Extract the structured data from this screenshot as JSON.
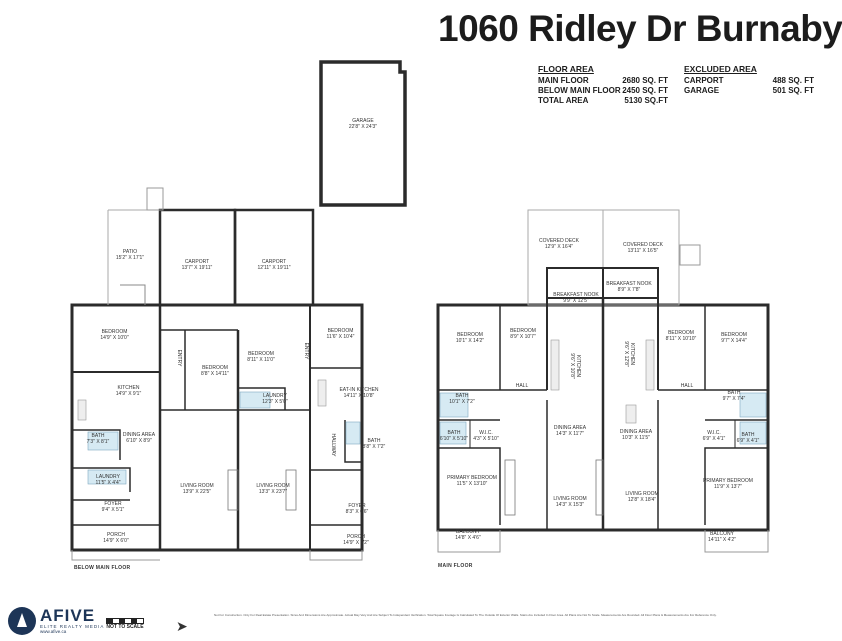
{
  "title": "1060 Ridley Dr Burnaby",
  "floor_area": {
    "heading": "FLOOR AREA",
    "rows": [
      {
        "name": "MAIN FLOOR",
        "value": "2680 SQ. FT"
      },
      {
        "name": "BELOW MAIN FLOOR",
        "value": "2450 SQ. FT"
      },
      {
        "name": "TOTAL AREA",
        "value": "5130 SQ.FT"
      }
    ]
  },
  "excluded_area": {
    "heading": "EXCLUDED AREA",
    "rows": [
      {
        "name": "CARPORT",
        "value": "488 SQ. FT"
      },
      {
        "name": "GARAGE",
        "value": "501 SQ. FT"
      }
    ]
  },
  "garage": {
    "name": "GARAGE",
    "dim": "22'8\" X 24'3\""
  },
  "below_main": {
    "caption": "BELOW MAIN FLOOR",
    "rooms": [
      {
        "name": "PATIO",
        "dim": "15'2\" X 17'1\""
      },
      {
        "name": "CARPORT",
        "dim": "13'7\" X 19'11\""
      },
      {
        "name": "CARPORT",
        "dim": "12'11\" X 19'11\""
      },
      {
        "name": "BEDROOM",
        "dim": "14'9\" X 10'0\""
      },
      {
        "name": "BEDROOM",
        "dim": "11'6\" X 10'4\""
      },
      {
        "name": "BEDROOM",
        "dim": "8'8\" X 14'11\""
      },
      {
        "name": "BEDROOM",
        "dim": "8'11\" X 11'0\""
      },
      {
        "name": "KITCHEN",
        "dim": "14'9\" X 9'1\""
      },
      {
        "name": "EAT-IN KITCHEN",
        "dim": "14'11\" X 10'8\""
      },
      {
        "name": "LAUNDRY",
        "dim": "12'3\" X 5'0\""
      },
      {
        "name": "BATH",
        "dim": "7'3\" X 8'1\""
      },
      {
        "name": "BATH",
        "dim": "8'8\" X 7'2\""
      },
      {
        "name": "DINING AREA",
        "dim": "6'10\" X 8'9\""
      },
      {
        "name": "LAUNDRY",
        "dim": "11'5\" X 4'4\""
      },
      {
        "name": "LIVING ROOM",
        "dim": "13'9\" X 22'5\""
      },
      {
        "name": "LIVING ROOM",
        "dim": "13'3\" X 23'7\""
      },
      {
        "name": "FOYER",
        "dim": "9'4\" X 5'1\""
      },
      {
        "name": "FOYER",
        "dim": "8'3\" X 6'6\""
      },
      {
        "name": "PORCH",
        "dim": "14'9\" X 6'0\""
      },
      {
        "name": "PORCH",
        "dim": "14'9\" X 6'2\""
      },
      {
        "name": "ENTRY",
        "dim": ""
      },
      {
        "name": "ENTRY",
        "dim": ""
      },
      {
        "name": "HALLWAY",
        "dim": ""
      }
    ]
  },
  "main": {
    "caption": "MAIN FLOOR",
    "rooms": [
      {
        "name": "COVERED DECK",
        "dim": "12'9\" X 16'4\""
      },
      {
        "name": "COVERED DECK",
        "dim": "13'11\" X 16'5\""
      },
      {
        "name": "BREAKFAST NOOK",
        "dim": "9'9\" X 12'5\""
      },
      {
        "name": "BREAKFAST NOOK",
        "dim": "8'9\" X 7'8\""
      },
      {
        "name": "BEDROOM",
        "dim": "10'1\" X 14'2\""
      },
      {
        "name": "BEDROOM",
        "dim": "8'9\" X 10'7\""
      },
      {
        "name": "BEDROOM",
        "dim": "8'11\" X 10'10\""
      },
      {
        "name": "BEDROOM",
        "dim": "9'7\" X 14'4\""
      },
      {
        "name": "KITCHEN",
        "dim": "9'6\" X 10'8\""
      },
      {
        "name": "KITCHEN",
        "dim": "9'6\" X 12'8\""
      },
      {
        "name": "HALL",
        "dim": ""
      },
      {
        "name": "HALL",
        "dim": ""
      },
      {
        "name": "BATH",
        "dim": "10'1\" X 7'2\""
      },
      {
        "name": "BATH",
        "dim": "9'7\" X 7'4\""
      },
      {
        "name": "BATH",
        "dim": "6'10\" X 5'10\""
      },
      {
        "name": "W.I.C.",
        "dim": "4'3\" X 5'10\""
      },
      {
        "name": "W.I.C.",
        "dim": "6'9\" X 4'1\""
      },
      {
        "name": "BATH",
        "dim": "6'9\" X 4'1\""
      },
      {
        "name": "DINING AREA",
        "dim": "14'3\" X 11'7\""
      },
      {
        "name": "DINING AREA",
        "dim": "10'3\" X 11'5\""
      },
      {
        "name": "PRIMARY BEDROOM",
        "dim": "11'5\" X 13'10\""
      },
      {
        "name": "PRIMARY BEDROOM",
        "dim": "11'9\" X 13'7\""
      },
      {
        "name": "LIVING ROOM",
        "dim": "14'3\" X 15'3\""
      },
      {
        "name": "LIVING ROOM",
        "dim": "12'8\" X 18'4\""
      },
      {
        "name": "BALCONY",
        "dim": "14'8\" X 4'6\""
      },
      {
        "name": "BALCONY",
        "dim": "14'11\" X 4'2\""
      }
    ]
  },
  "brand": {
    "name": "AFIVE",
    "sub": "ELITE REALTY MEDIA",
    "web": "www.afive.ca"
  },
  "scale_label": "NOT TO SCALE",
  "disclaimer": "Not For Construction. Only For Real Estate Presentation. Sizes And Dimensions Are Approximate. Actual May Vary And Are Subject To Independent Verification. Total Square Footage Is Calculated To The Outside Of Exterior Walls. Stairs Are Included In Floor Area. All Plans Are Not To Scale. Measurements Are Rounded. All Floor Plans & Measurements Are For Reference Only."
}
